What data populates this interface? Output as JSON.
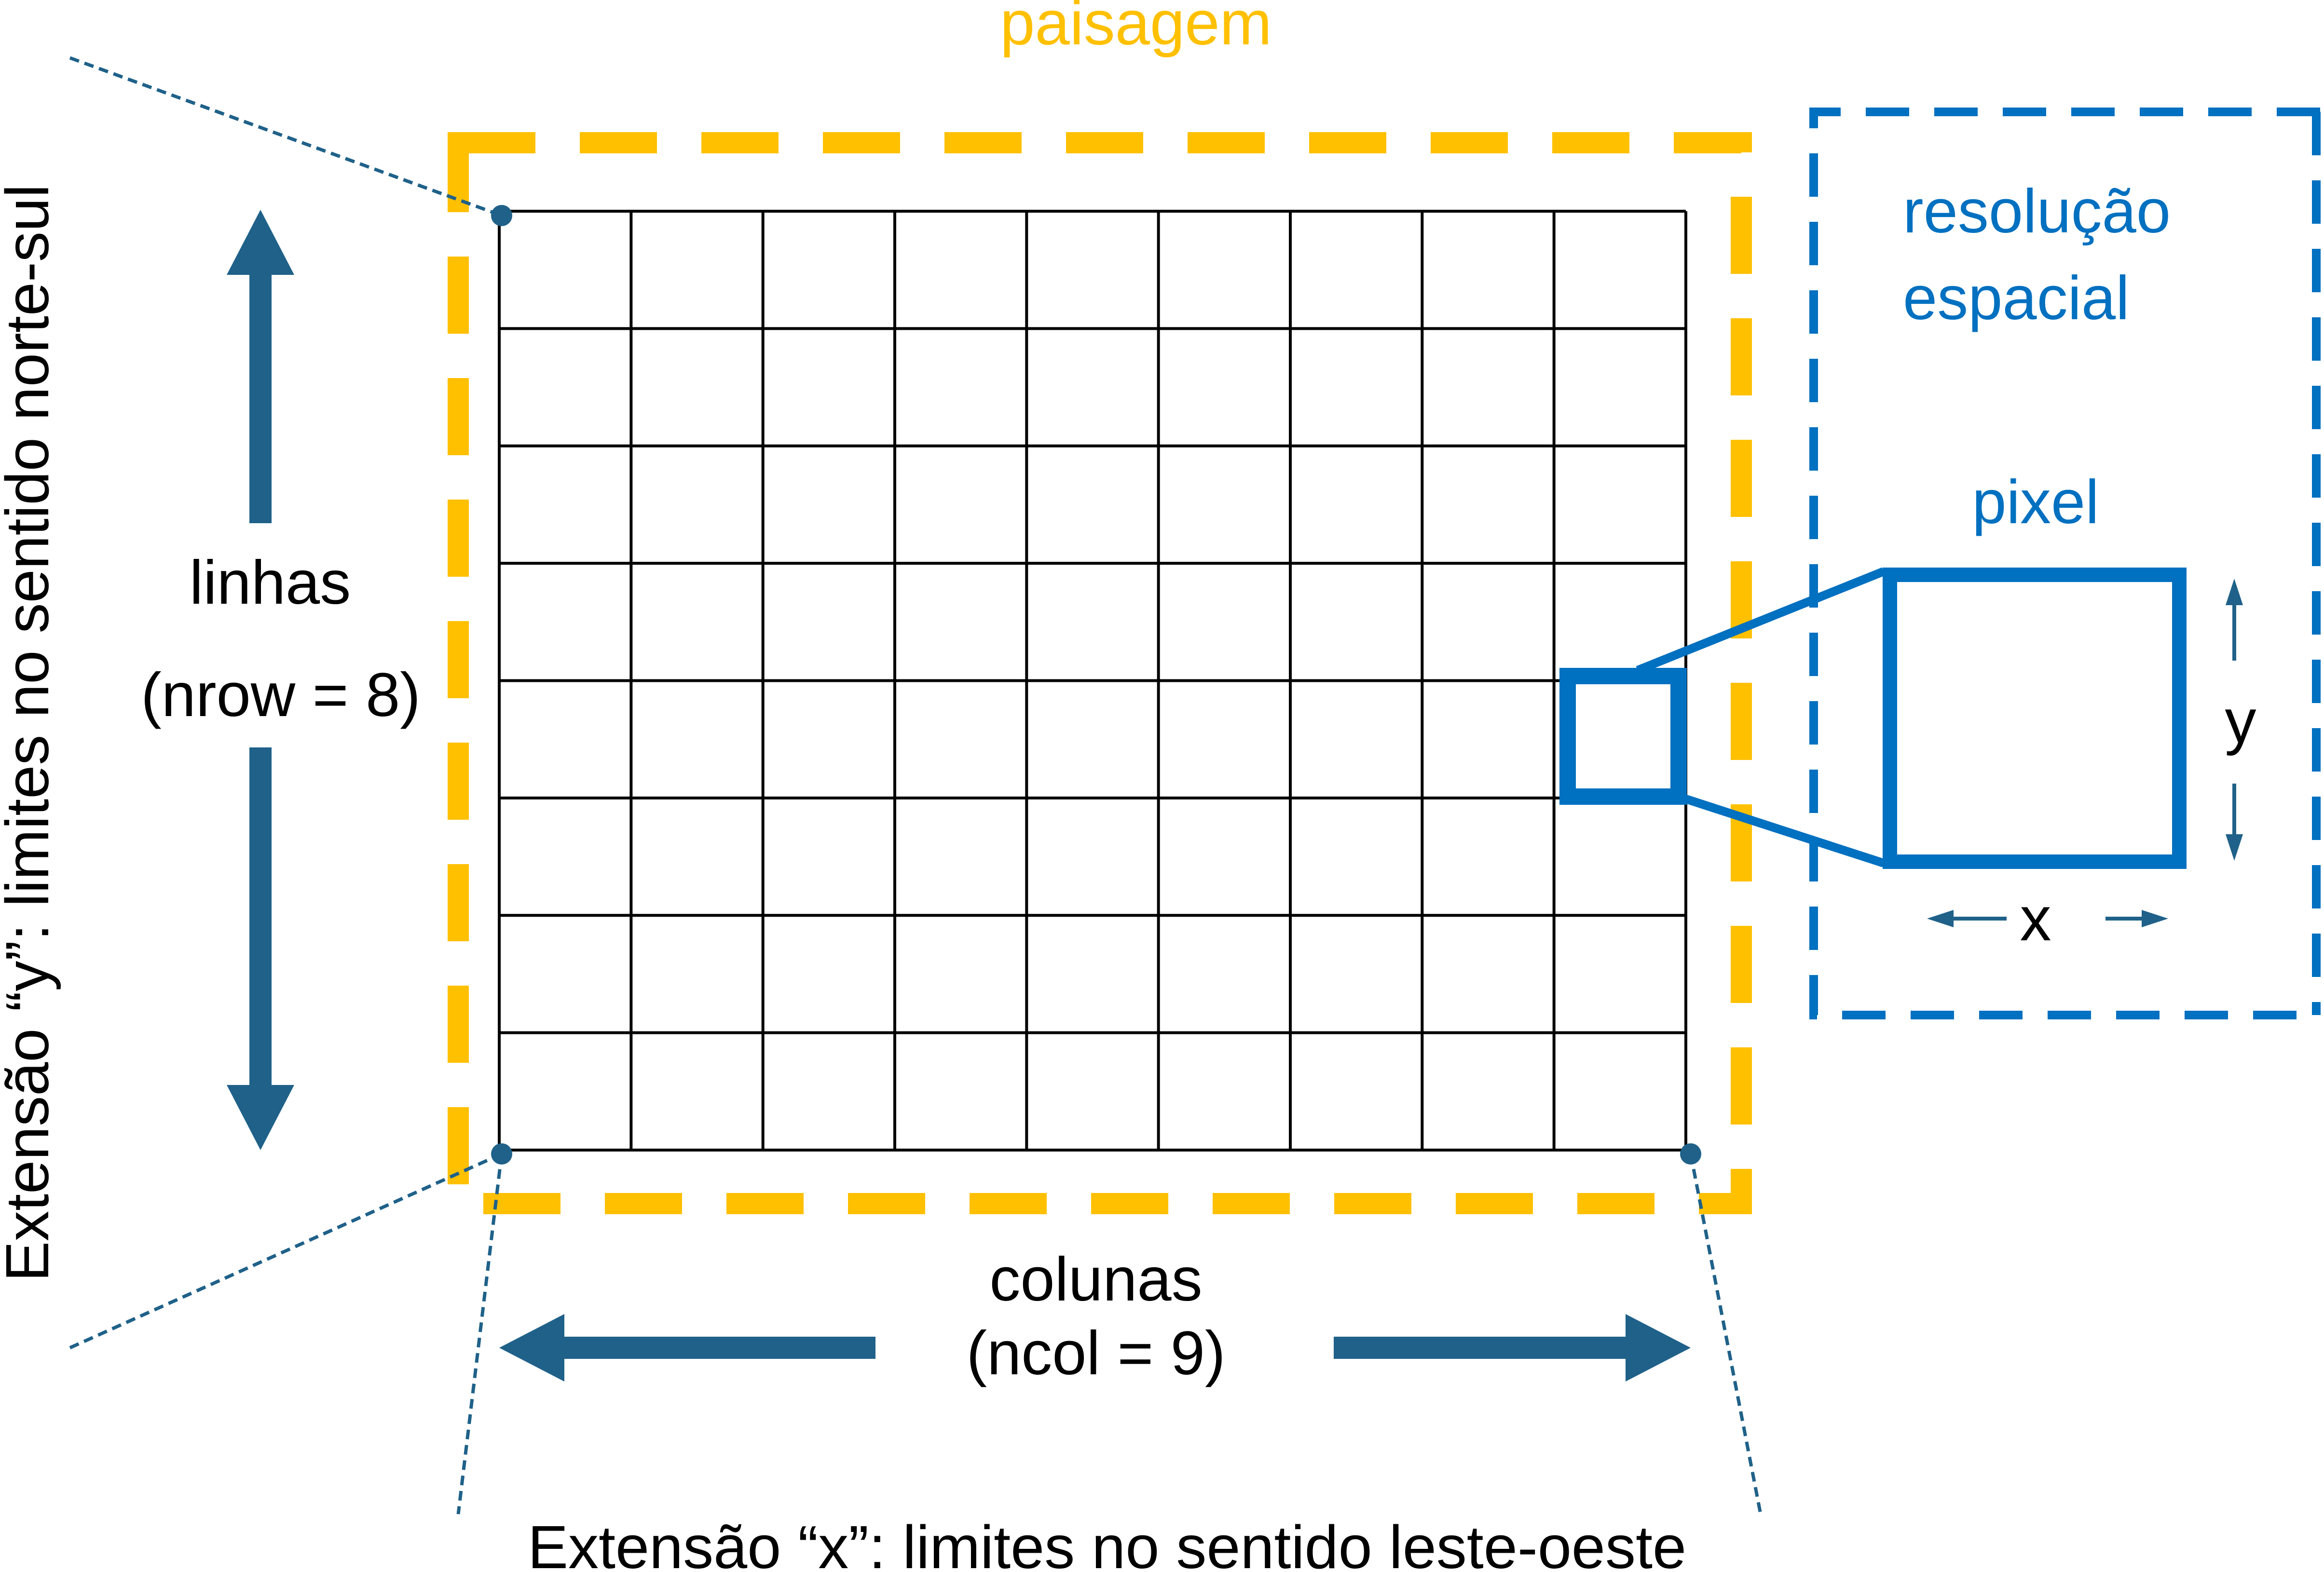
{
  "colors": {
    "landscape": "#FFC000",
    "resolution": "#0070C0",
    "arrow": "#1F6189",
    "grid": "#000000",
    "leader": "#1F6189"
  },
  "grid": {
    "rows": 8,
    "cols": 9,
    "highlight_cell": {
      "row": 4,
      "col": 9
    }
  },
  "labels": {
    "landscape": "paisagem",
    "resolution_line1": "resolução",
    "resolution_line2": "espacial",
    "pixel": "pixel",
    "pixel_x": "x",
    "pixel_y": "y",
    "rows_line1": "linhas",
    "rows_line2": "(nrow = 8)",
    "cols_line1": "colunas",
    "cols_line2": "(ncol = 9)",
    "extent_y": "Extensão “y”: limites no sentido norte-sul",
    "extent_x": "Extensão “x”: limites no sentido leste-oeste"
  }
}
